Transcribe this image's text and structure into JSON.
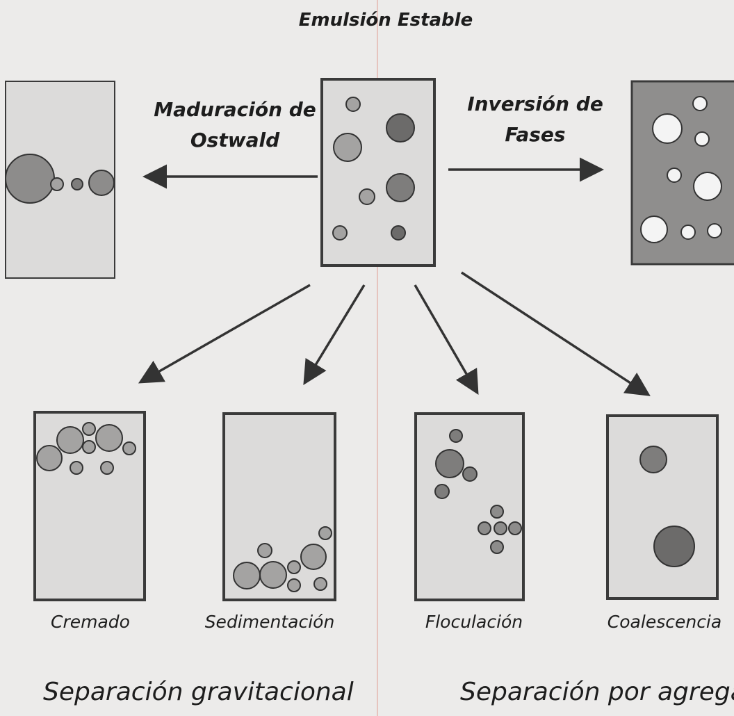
{
  "title": "Emulsión Estable",
  "process_labels": {
    "ostwald_line1": "Maduración de",
    "ostwald_line2": "Ostwald",
    "inversion_line1": "Inversión de",
    "inversion_line2": "Fases"
  },
  "box_labels": {
    "cremado": "Cremado",
    "sedimentacion": "Sedimentación",
    "floculacion": "Floculación",
    "coalescencia": "Coalescencia"
  },
  "group_labels": {
    "gravitational": "Separación gravitacional",
    "aggregation": "Separación por agregación"
  },
  "colors": {
    "box_fill": "#dcdbda",
    "dark_box_fill": "#8f8e8d",
    "box_border": "#3a3a3a",
    "droplet_light": "#a4a3a2",
    "droplet_dark": "#6c6b6a",
    "droplet_white": "#f4f4f4",
    "arrow": "#333333",
    "paper": "#ecebea",
    "red_line": "#e3b7b0"
  }
}
